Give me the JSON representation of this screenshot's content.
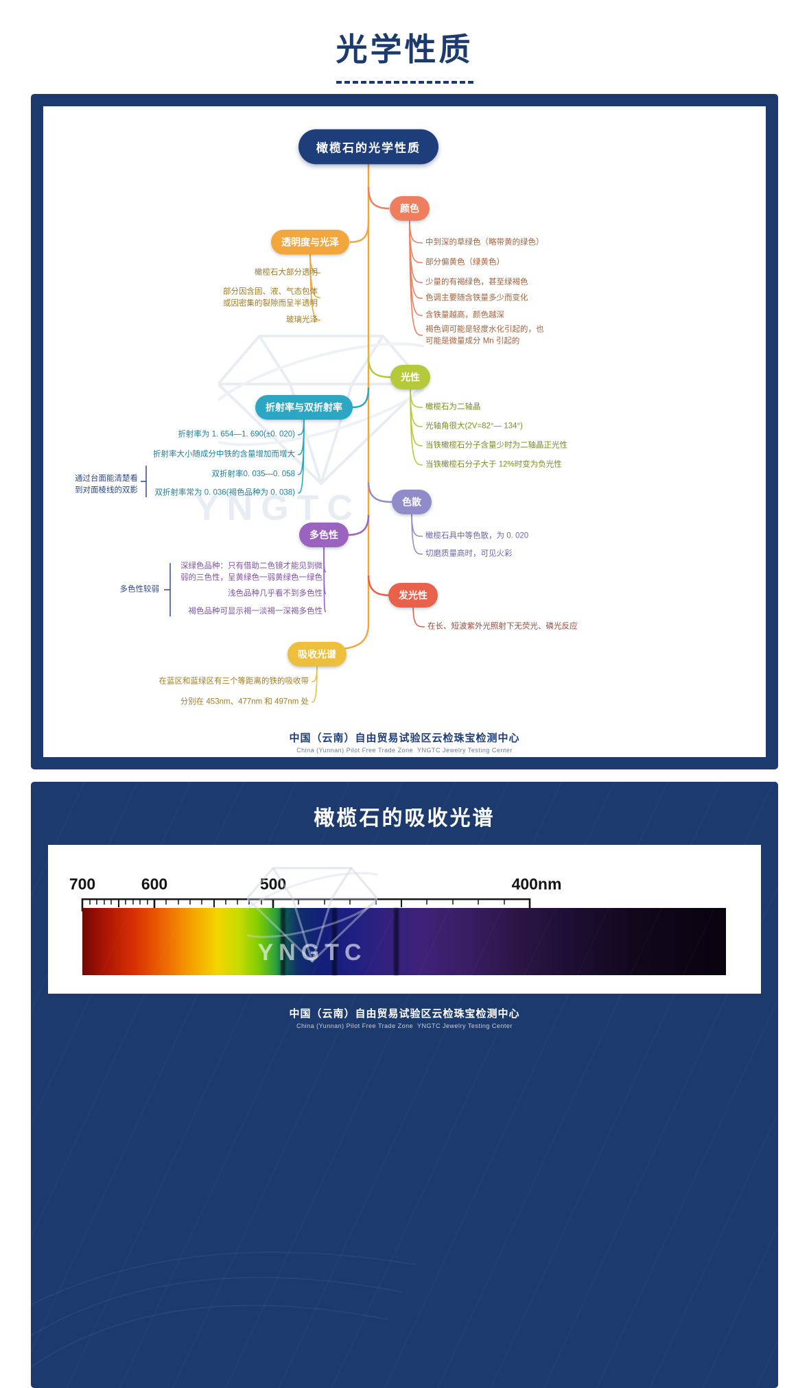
{
  "page": {
    "title": "光学性质"
  },
  "mindmap": {
    "root": "橄榄石的光学性质",
    "branches": [
      {
        "label": "颜色",
        "color": "#ee7e5d",
        "items": [
          "中到深的草绿色（略带黄的绿色）",
          "部分偏黄色（绿黄色）",
          "少量的有褐绿色，甚至绿褐色",
          "色调主要随含铁量多少而变化",
          "含铁量越高，颜色越深",
          "褐色调可能是轻度水化引起的，也可能是微量成分 Mn 引起的"
        ]
      },
      {
        "label": "透明度与光泽",
        "color": "#f2a63b",
        "items": [
          "橄榄石大部分透明",
          "部分因含固、液、气态包体或因密集的裂隙而呈半透明",
          "玻璃光泽"
        ]
      },
      {
        "label": "光性",
        "color": "#b5c93a",
        "items": [
          "橄榄石为二轴晶",
          "光轴角很大(2V=82°— 134°)",
          "当铁橄榄石分子含量少时为二轴晶正光性",
          "当铁橄榄石分子大于 12%时变为负光性"
        ]
      },
      {
        "label": "折射率与双折射率",
        "color": "#2ba7c4",
        "annotation": "通过台面能清楚看到对面棱线的双影",
        "items": [
          "折射率为 1. 654—1. 690(±0. 020)",
          "折射率大小随成分中铁的含量增加而增大",
          "双折射率0. 035—0. 058",
          "双折射率常为 0. 036(褐色品种为 0. 038)"
        ]
      },
      {
        "label": "色散",
        "color": "#8f8cc9",
        "items": [
          "橄榄石具中等色散，为 0. 020",
          "切磨质量高时，可见火彩"
        ]
      },
      {
        "label": "多色性",
        "color": "#9a63c0",
        "annotation": "多色性较弱",
        "items": [
          "深绿色品种：只有借助二色镜才能见到微弱的三色性，呈黄绿色一弱黄绿色一绿色",
          "浅色品种几乎看不到多色性",
          "褐色品种可显示褐一淡褐一深褐多色性"
        ]
      },
      {
        "label": "发光性",
        "color": "#e9604b",
        "items": [
          "在长、短波紫外光照射下无荧光、磷光反应"
        ]
      },
      {
        "label": "吸收光谱",
        "color": "#eebe3d",
        "items": [
          "在蓝区和蓝绿区有三个等距离的铁的吸收带",
          "分别在 453nm、477nm 和 497nm 处"
        ]
      }
    ],
    "watermark": "YNGTC",
    "footer": {
      "cn": "中国（云南）自由贸易试验区云检珠宝检测中心",
      "en": "China (Yunnan) Pilot Free Trade Zone  YNGTC Jewelry Testing Center"
    }
  },
  "spectrum": {
    "title": "橄榄石的吸收光谱",
    "scale_labels": [
      "700",
      "600",
      "500",
      "400nm"
    ],
    "absorption_bands_nm": [
      497,
      477,
      453
    ],
    "watermark": "YNGTC",
    "footer": {
      "cn": "中国（云南）自由贸易试验区云检珠宝检测中心",
      "en": "China (Yunnan) Pilot Free Trade Zone  YNGTC Jewelry Testing Center"
    }
  },
  "colors": {
    "brand_navy": "#1c3a6e",
    "root_node": "#1e3d7b",
    "trunk": "#f2a63b"
  }
}
